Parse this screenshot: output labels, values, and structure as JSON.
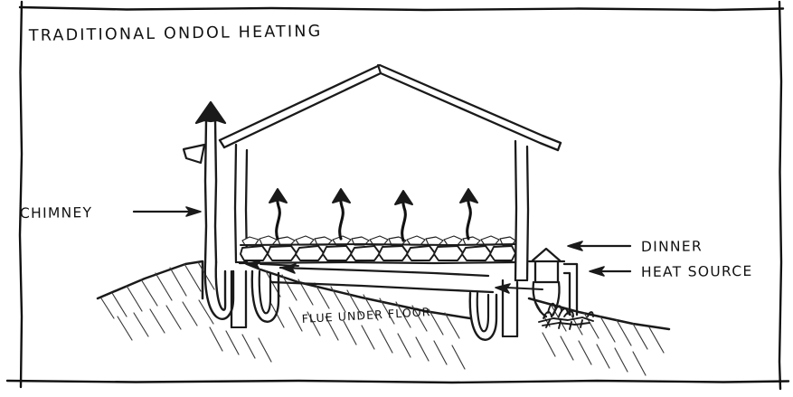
{
  "document": {
    "title": "TRADITIONAL ONDOL HEATING",
    "type": "hand-drawn architectural section sketch",
    "background_color": "#ffffff",
    "ink_color": "#1a1a1a"
  },
  "frame": {
    "name": "hand-drawn border rectangle",
    "stroke_color": "#111111"
  },
  "labels": {
    "chimney": "CHIMNEY",
    "dinner": "DINNER",
    "heat_source": "HEAT SOURCE",
    "flue_under_floor": "FLUE UNDER FLOOR"
  },
  "annotations": {
    "chimney_arrow": "arrow pointing right toward chimney",
    "dinner_arrow": "arrow pointing left toward cooking pot",
    "heat_source_arrow": "arrow pointing left toward firebox"
  },
  "diagram_elements": {
    "roof": "gabled roof with double-line thickness",
    "posts": [
      "left post",
      "right post"
    ],
    "chimney_shaft": "tall vertical chimney with triangular cap",
    "chimney_flag": "small wedge flag beside chimney",
    "floor": "stone floor slab with pebble bedding",
    "heat_arrows_count": 4,
    "flue_channels": "u-shaped under-floor flue passages",
    "cooking_pot": "lidded pot on firebox",
    "fire": "flame scribble at firebox",
    "ground": "hatched earth section"
  },
  "chart_data": {
    "type": "diagram",
    "title": "TRADITIONAL ONDOL HEATING",
    "callouts": [
      {
        "label": "CHIMNEY",
        "side": "left",
        "arrow": "right"
      },
      {
        "label": "DINNER",
        "side": "right",
        "arrow": "left"
      },
      {
        "label": "HEAT SOURCE",
        "side": "right",
        "arrow": "left"
      },
      {
        "label": "FLUE UNDER FLOOR",
        "side": "center-bottom",
        "arrow": "none"
      }
    ],
    "heat_flow_arrows": 4
  }
}
